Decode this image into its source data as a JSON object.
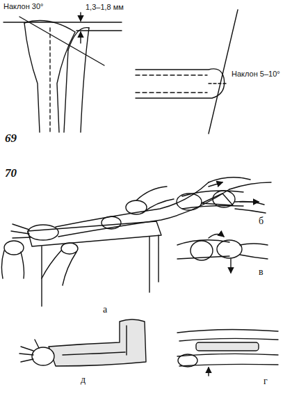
{
  "diagram": {
    "labels": [
      "Наклон 30°",
      "1,3–1,8 мм",
      "Наклон 5–10°",
      "69",
      "70",
      "а",
      "б",
      "в",
      "г",
      "д"
    ]
  }
}
